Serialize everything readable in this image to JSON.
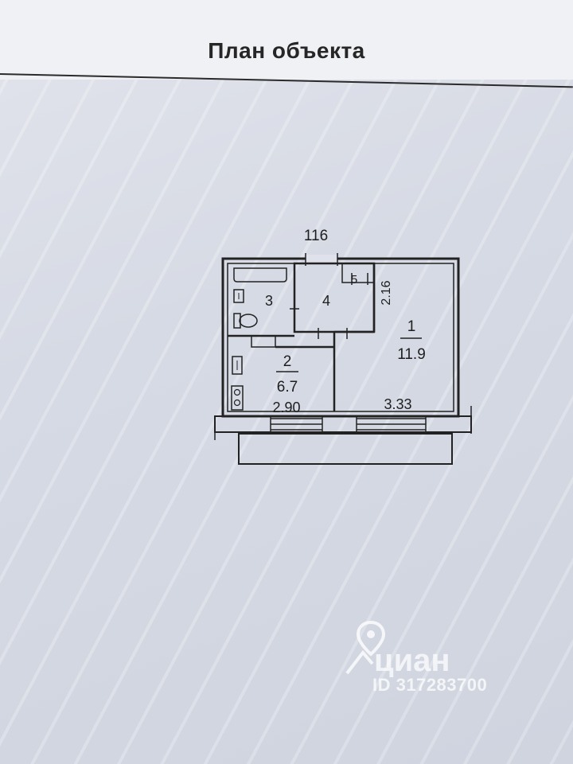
{
  "title": "План объекта",
  "plan": {
    "top_dimension": "116",
    "rooms": [
      {
        "number": "1",
        "area": "11.9"
      },
      {
        "number": "2",
        "area": "6.7"
      },
      {
        "number": "3"
      },
      {
        "number": "4"
      }
    ],
    "dimensions": {
      "niche_width": "5",
      "room1_side": "2.16",
      "room2_width": "2.90",
      "room1_width": "3.33"
    }
  },
  "watermark": {
    "brand": "циан",
    "listing_id": "ID 317283700",
    "icon": "map-pin-icon"
  }
}
